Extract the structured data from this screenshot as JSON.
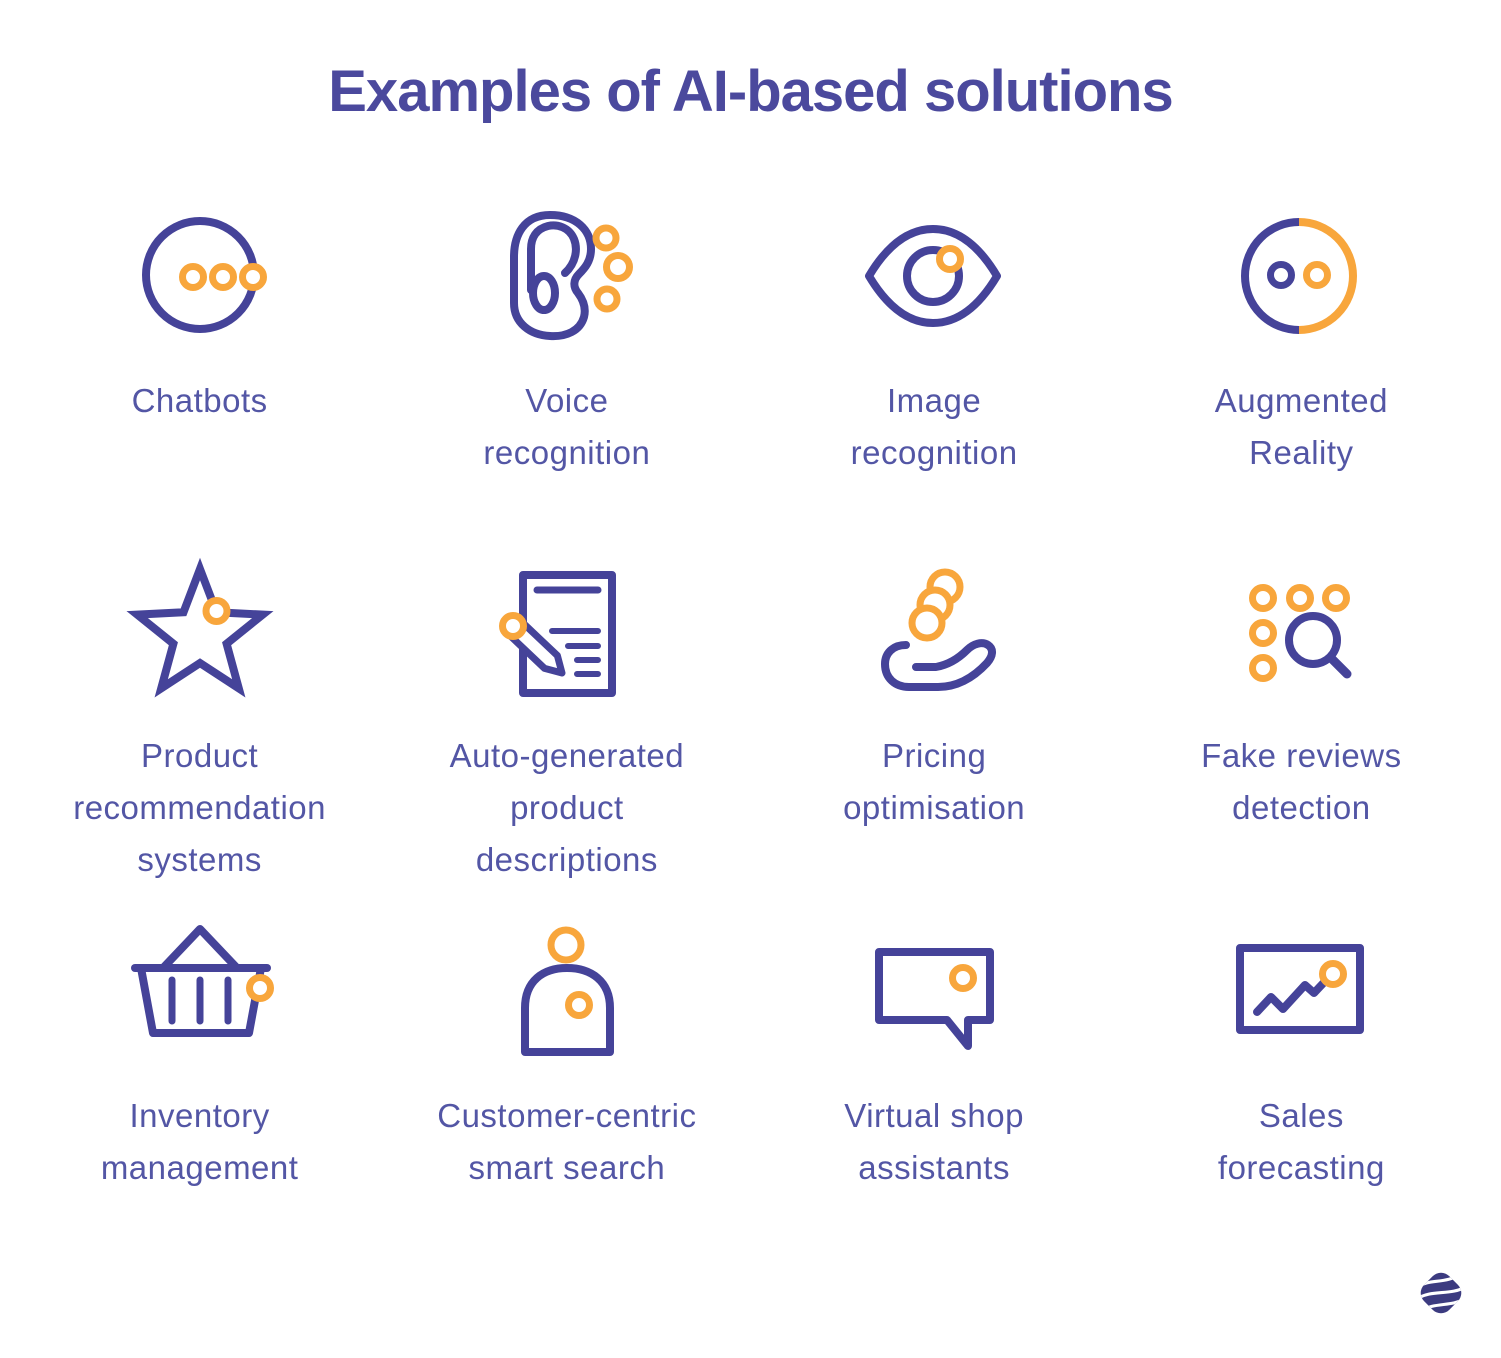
{
  "title": "Examples of AI-based solutions",
  "colors": {
    "purple": "#454399",
    "orange": "#F8A63C",
    "title": "#4B499D",
    "label": "#5356A5",
    "logo": "#3C3B80"
  },
  "items": [
    {
      "id": "chatbots",
      "icon": "chatbots-icon",
      "label_lines": [
        "Chatbots"
      ]
    },
    {
      "id": "voice-recognition",
      "icon": "ear-icon",
      "label_lines": [
        "Voice",
        "recognition"
      ]
    },
    {
      "id": "image-recognition",
      "icon": "eye-icon",
      "label_lines": [
        "Image",
        "recognition"
      ]
    },
    {
      "id": "augmented-reality",
      "icon": "ar-circle-icon",
      "label_lines": [
        "Augmented",
        "Reality"
      ]
    },
    {
      "id": "product-recommendation-systems",
      "icon": "star-icon",
      "label_lines": [
        "Product",
        "recommendation",
        "systems"
      ]
    },
    {
      "id": "auto-generated-product-descriptions",
      "icon": "document-pencil-icon",
      "label_lines": [
        "Auto-generated",
        "product",
        "descriptions"
      ]
    },
    {
      "id": "pricing-optimisation",
      "icon": "hand-coins-icon",
      "label_lines": [
        "Pricing",
        "optimisation"
      ]
    },
    {
      "id": "fake-reviews-detection",
      "icon": "search-dots-icon",
      "label_lines": [
        "Fake reviews",
        "detection"
      ]
    },
    {
      "id": "inventory-management",
      "icon": "basket-icon",
      "label_lines": [
        "Inventory",
        "management"
      ]
    },
    {
      "id": "customer-centric-smart-search",
      "icon": "customer-icon",
      "label_lines": [
        "Customer-centric",
        "smart search"
      ]
    },
    {
      "id": "virtual-shop-assistants",
      "icon": "speech-bubble-icon",
      "label_lines": [
        "Virtual shop",
        "assistants"
      ]
    },
    {
      "id": "sales-forecasting",
      "icon": "line-chart-icon",
      "label_lines": [
        "Sales",
        "forecasting"
      ]
    }
  ]
}
